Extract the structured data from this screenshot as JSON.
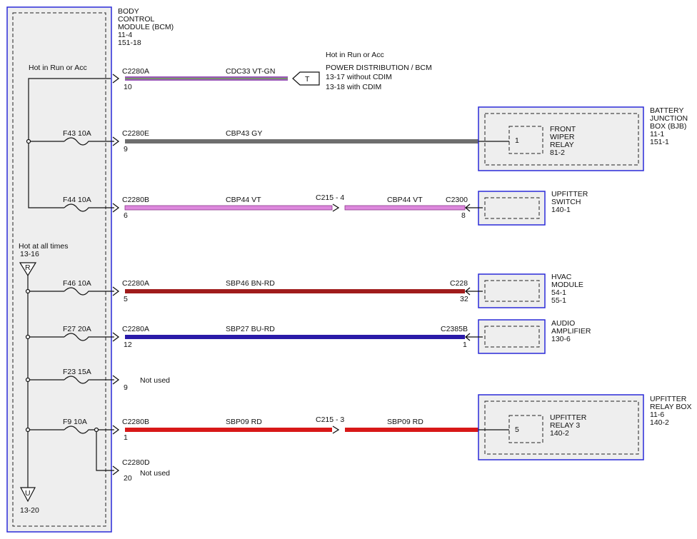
{
  "bcm": {
    "title": [
      "BODY",
      "CONTROL",
      "MODULE (BCM)",
      "11-4",
      "151-18"
    ]
  },
  "buses": {
    "run_acc": "Hot in Run or Acc",
    "all_times": [
      "Hot at all times",
      "13-16"
    ],
    "r_symbol": "R",
    "u_symbol": "U",
    "u_ref": "13-20"
  },
  "pd": {
    "lines": [
      "Hot in Run or Acc",
      "POWER DISTRIBUTION / BCM",
      "13-17    without CDIM",
      "13-18    with CDIM"
    ],
    "t_symbol": "T"
  },
  "fuses": [
    "F43  10A",
    "F44  10A",
    "F46  10A",
    "F27  20A",
    "F23  15A",
    "F9    10A"
  ],
  "connectors": {
    "c1": "C2280A",
    "c1p": "10",
    "c2": "C2280E",
    "c2p": "9",
    "c3": "C2280B",
    "c3p": "6",
    "c4": "C2280A",
    "c4p": "5",
    "c5": "C2280A",
    "c5p": "12",
    "c6p": "9",
    "c7": "C2280B",
    "c7p": "1",
    "c8": "C2280D",
    "c8p": "20",
    "c215a": "C215 - 4",
    "c215b": "C215 - 3",
    "c2300": "C2300",
    "c2300p": "8",
    "c228": "C228",
    "c228p": "32",
    "c2385b": "C2385B",
    "c2385bp": "1"
  },
  "wires": {
    "w1": "CDC33  VT-GN",
    "w2": "CBP43  GY",
    "w3a": "CBP44  VT",
    "w3b": "CBP44  VT",
    "w4": "SBP46  BN-RD",
    "w5": "SBP27  BU-RD",
    "w7a": "SBP09  RD",
    "w7b": "SBP09  RD"
  },
  "not_used": "Not used",
  "bjb": {
    "label": [
      "BATTERY",
      "JUNCTION",
      "BOX (BJB)",
      "11-1",
      "151-1"
    ],
    "pin": "1",
    "relay": [
      "FRONT",
      "WIPER",
      "RELAY",
      "81-2"
    ]
  },
  "upfitter_switch": {
    "label": [
      "UPFITTER",
      "SWITCH",
      "140-1"
    ]
  },
  "hvac": {
    "label": [
      "HVAC",
      "MODULE",
      "54-1",
      "55-1"
    ]
  },
  "audio": {
    "label": [
      "AUDIO",
      "AMPLIFIER",
      "130-6"
    ]
  },
  "relay_box": {
    "label": [
      "UPFITTER",
      "RELAY BOX",
      "11-6",
      "140-2"
    ],
    "pin": "5",
    "relay": [
      "UPFITTER",
      "RELAY 3",
      "140-2"
    ]
  },
  "colors": {
    "vt": "#dd88dd",
    "gy": "#6e6e6e",
    "bn_rd": "#a01c1c",
    "bu_rd": "#2a1aa8",
    "rd": "#d81818",
    "vt_gn": "#9a58b8",
    "box_border": "#2a2ad8"
  }
}
